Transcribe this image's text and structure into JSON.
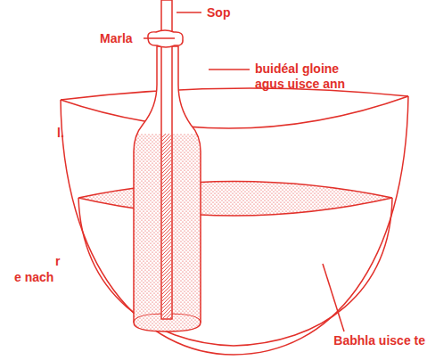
{
  "diagram": {
    "labels": [
      "Sop",
      "Marla",
      "buidéal gloine agus uisce ann",
      "Babhla uisce te",
      "l.",
      "r",
      "e nach"
    ]
  }
}
